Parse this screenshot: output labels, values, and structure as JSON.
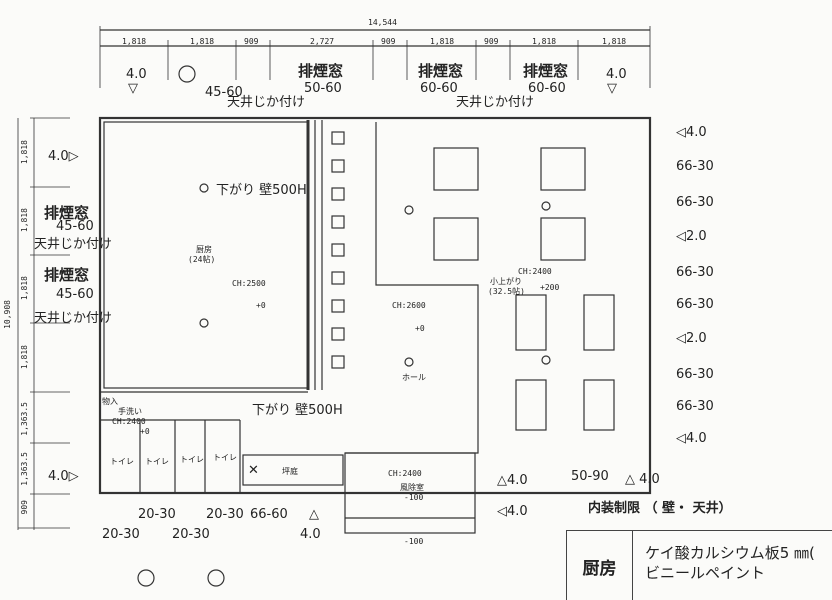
{
  "top_dimensions": {
    "total": "14,544",
    "segments": [
      "1,818",
      "1,818",
      "909",
      "2,727",
      "909",
      "1,818",
      "909",
      "1,818",
      "1,818"
    ]
  },
  "left_dimensions": {
    "total": "10,908",
    "segments": [
      "1,818",
      "1,818",
      "1,818",
      "1,818",
      "1,363.5",
      "1,363.5",
      "909"
    ]
  },
  "top_labels": {
    "left_level": "4.0",
    "fan_size": "45-60",
    "window1": "排煙窓",
    "window1_size": "50-60",
    "window2": "排煙窓",
    "window2_size": "60-60",
    "window3": "排煙窓",
    "window3_size": "60-60",
    "right_level": "4.0",
    "ceiling1": "天井じか付け",
    "ceiling2": "天井じか付け"
  },
  "left_labels": {
    "level_top": "4.0▷",
    "window1": "排煙窓",
    "window1_size": "45-60",
    "ceiling1": "天井じか付け",
    "window2": "排煙窓",
    "window2_size": "45-60",
    "ceiling2": "天井じか付け",
    "level_bottom": "4.0▷"
  },
  "right_labels": [
    "◁4.0",
    "66-30",
    "66-30",
    "◁2.0",
    "66-30",
    "66-30",
    "◁2.0",
    "66-30",
    "66-30",
    "◁4.0"
  ],
  "rooms": {
    "kitchen": {
      "name": "厨房",
      "area": "(24帖)",
      "ch": "CH:2500",
      "level": "+0",
      "drop_wall": "下がり 壁500H"
    },
    "hall": {
      "ch": "CH:2600",
      "level": "+0",
      "name": "ホール"
    },
    "raised": {
      "ch": "CH:2400",
      "name": "小上がり",
      "area": "(32.5帖)",
      "level": "+200"
    },
    "vestibule": {
      "ch": "CH:2400",
      "name": "風除室",
      "level": "-100",
      "below": "-100"
    },
    "storage": {
      "name": "物入",
      "sink": "手洗い",
      "ch": "CH:2400",
      "level": "+0"
    },
    "toilets": [
      "トイレ",
      "トイレ",
      "トイレ",
      "トイレ"
    ],
    "garden": "坪庭",
    "drop_wall2": "下がり 壁500H"
  },
  "bottom_labels": {
    "a": "20-30",
    "b": "20-30",
    "c": "66-60",
    "d": "20-30",
    "e": "20-30",
    "level1": "4.0",
    "level2": "△4.0",
    "level3": "◁4.0",
    "vent": "50-90",
    "level4": "△ 4.0"
  },
  "legend": {
    "title": "内装制限 （ 壁・ 天井）",
    "room": "厨房",
    "line1": "ケイ酸カルシウム板5 ㎜(",
    "line2": "ビニールペイント"
  }
}
